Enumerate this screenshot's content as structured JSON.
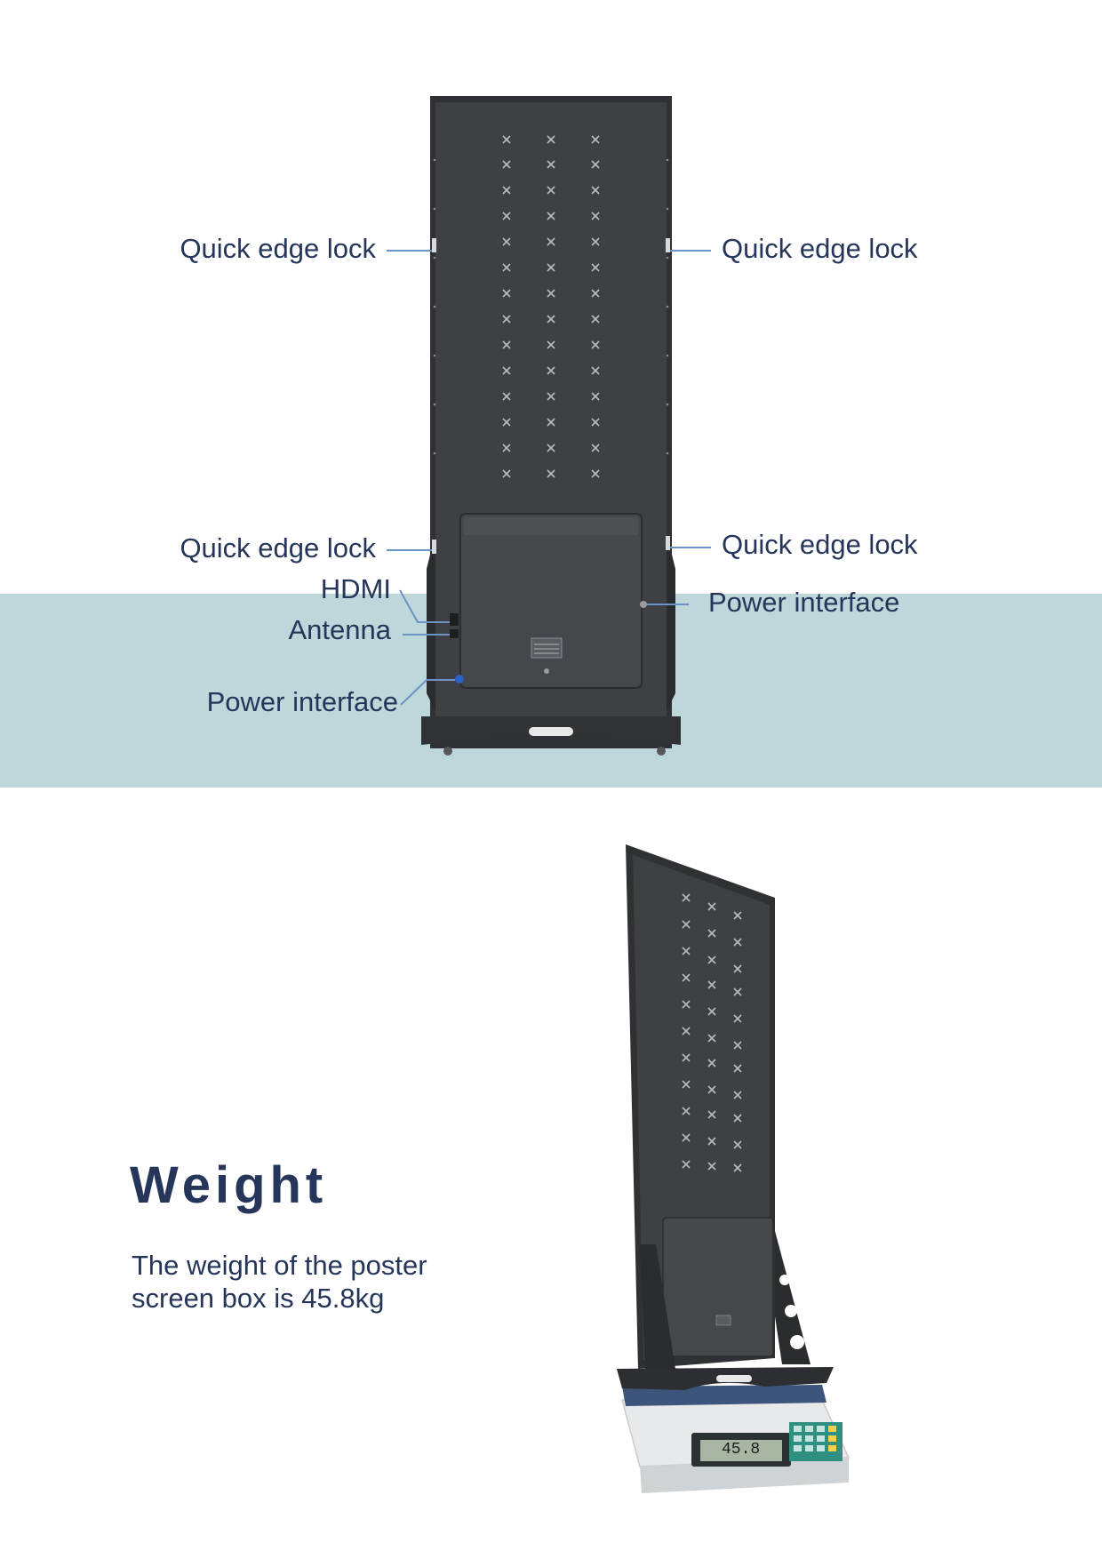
{
  "callouts": {
    "left_top": "Quick edge lock",
    "right_top": "Quick edge lock",
    "left_bottom": "Quick edge lock",
    "right_bottom": "Quick edge lock",
    "hdmi": "HDMI",
    "antenna": "Antenna",
    "power_left": "Power interface",
    "power_right": "Power interface"
  },
  "weight": {
    "title": "Weight",
    "description_line1": "The weight of the poster",
    "description_line2": "screen box is 45.8kg"
  },
  "scale": {
    "reading": "45.8"
  },
  "colors": {
    "text": "#26365a",
    "band": "#bed7db",
    "panel": "#3b3d40",
    "line": "#6a93c6"
  }
}
